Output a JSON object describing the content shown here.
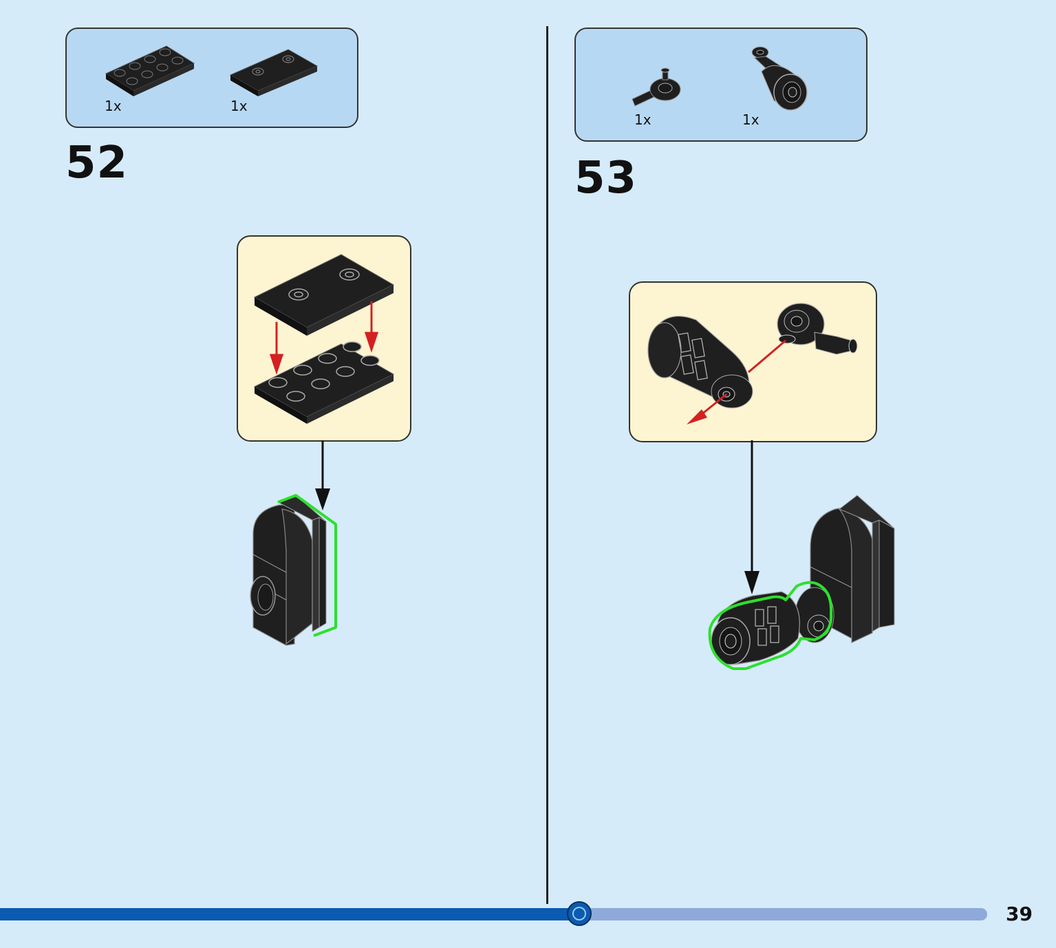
{
  "steps": [
    {
      "number": "52",
      "parts": [
        {
          "qty": "1x",
          "icon": "plate-2x4-icon"
        },
        {
          "qty": "1x",
          "icon": "jumper-plate-2x4-icon"
        }
      ]
    },
    {
      "number": "53",
      "parts": [
        {
          "qty": "1x",
          "icon": "ball-joint-connector-icon"
        },
        {
          "qty": "1x",
          "icon": "engine-cylinder-icon"
        }
      ]
    }
  ],
  "progress": {
    "fraction": 0.587
  },
  "page_number": "39",
  "colors": {
    "background": "#d6ebfa",
    "parts_box": "#b7d8f3",
    "callout": "#fdf4d1",
    "brick": "#1f1f1f",
    "highlight": "#2de02d",
    "arrow_red": "#d42020",
    "progress_fill": "#0a5bb1",
    "progress_track": "#8ea9da"
  }
}
